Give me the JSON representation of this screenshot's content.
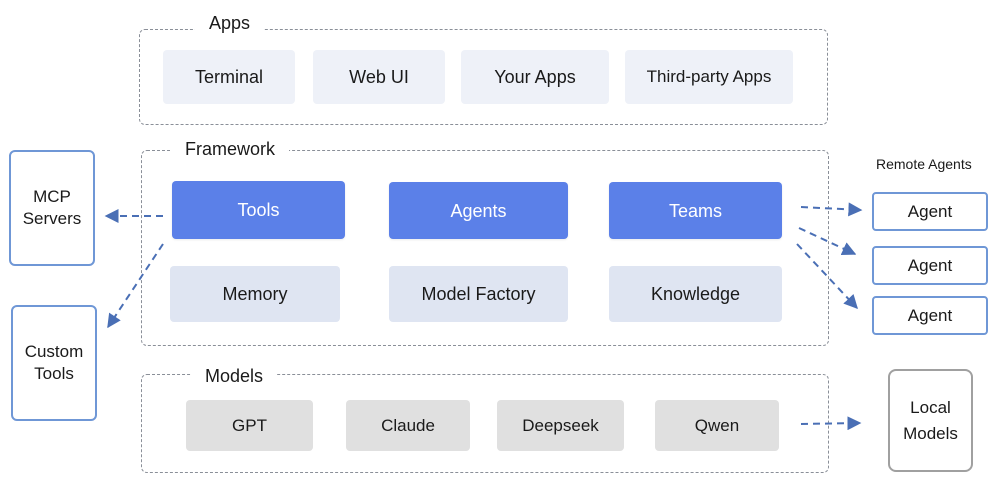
{
  "apps": {
    "title": "Apps",
    "items": [
      "Terminal",
      "Web UI",
      "Your Apps",
      "Third-party Apps"
    ]
  },
  "framework": {
    "title": "Framework",
    "primary": [
      "Tools",
      "Agents",
      "Teams"
    ],
    "secondary": [
      "Memory",
      "Model Factory",
      "Knowledge"
    ]
  },
  "models": {
    "title": "Models",
    "items": [
      "GPT",
      "Claude",
      "Deepseek",
      "Qwen"
    ]
  },
  "external": {
    "mcp_line1": "MCP",
    "mcp_line2": "Servers",
    "custom_line1": "Custom",
    "custom_line2": "Tools",
    "remote_agents_label": "Remote Agents",
    "agents": [
      "Agent",
      "Agent",
      "Agent"
    ],
    "local_line1": "Local",
    "local_line2": "Models"
  },
  "colors": {
    "primary_blue": "#5b80e8",
    "light_blue": "#dfe5f2",
    "app_bg": "#eef1f8",
    "model_gray": "#e0e0e0",
    "arrow_blue": "#4a6fb5",
    "outline_blue": "#6f97d6"
  }
}
